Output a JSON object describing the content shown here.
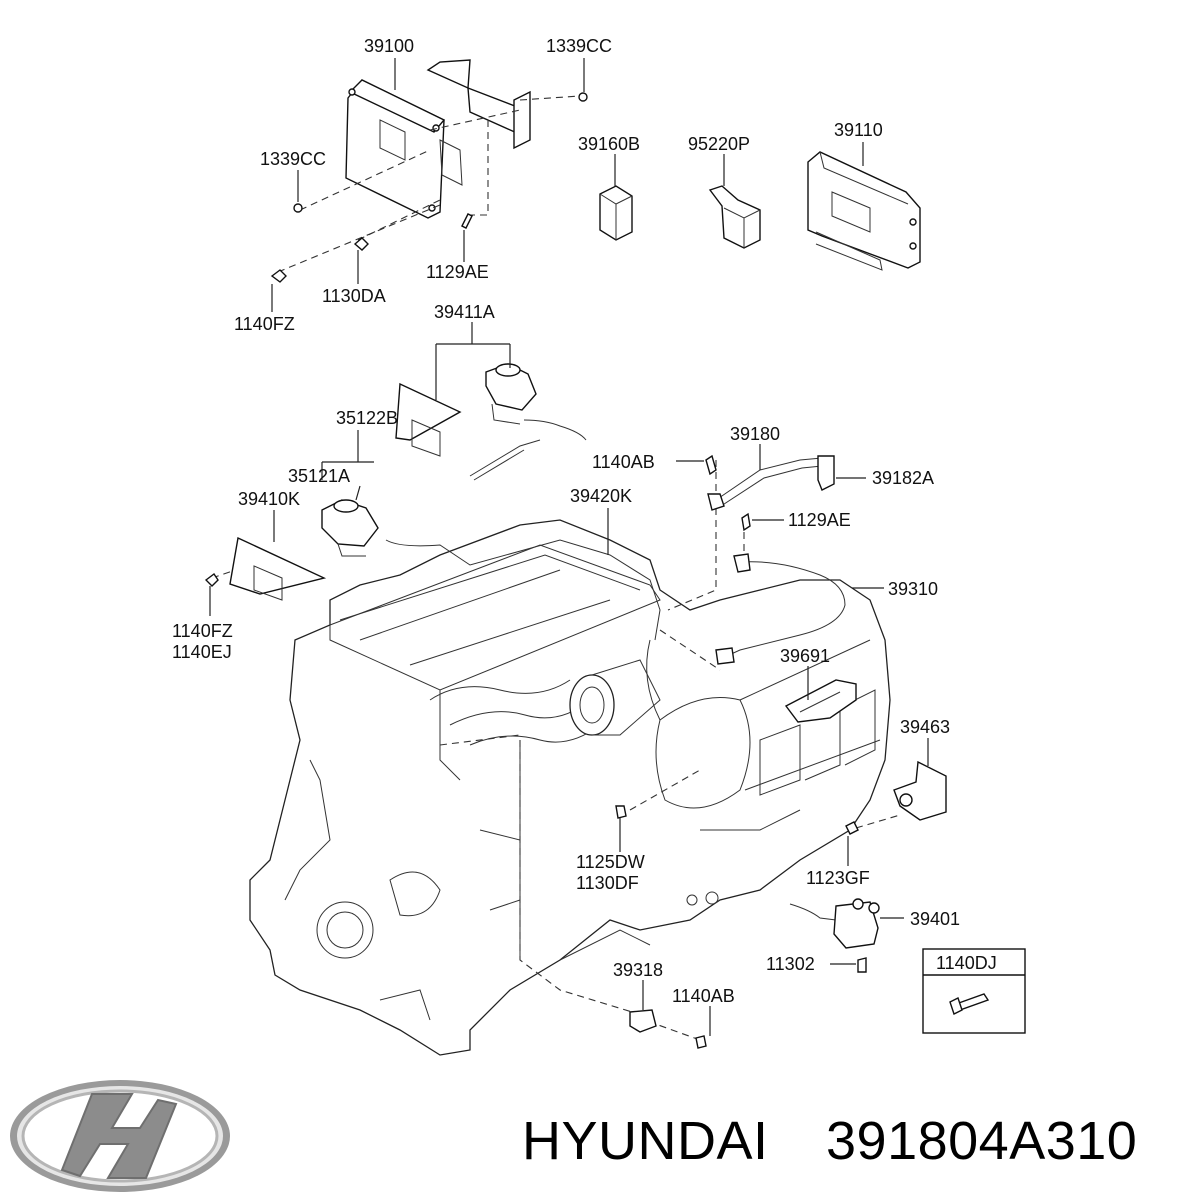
{
  "labels": {
    "p39100": "39100",
    "p1339cc_top": "1339CC",
    "p1339cc_left": "1339CC",
    "p39160b": "39160B",
    "p95220p": "95220P",
    "p39110": "39110",
    "p1129ae_top": "1129AE",
    "p1130da": "1130DA",
    "p1140fz_top": "1140FZ",
    "p39411a": "39411A",
    "p35122b": "35122B",
    "p35121a": "35121A",
    "p39410k": "39410K",
    "p1140fz_bottom": "1140FZ",
    "p1140ej": "1140EJ",
    "p39420k": "39420K",
    "p39180": "39180",
    "p1140ab_top": "1140AB",
    "p39182a": "39182A",
    "p1129ae_mid": "1129AE",
    "p39310": "39310",
    "p39691": "39691",
    "p39463": "39463",
    "p1125dw": "1125DW",
    "p1130df": "1130DF",
    "p1123gf": "1123GF",
    "p39401": "39401",
    "p11302": "11302",
    "p39318": "39318",
    "p1140ab_bottom": "1140AB",
    "p1140dj": "1140DJ"
  },
  "footer": {
    "brand": "HYUNDAI",
    "part_number": "391804A310"
  },
  "colors": {
    "line": "#222222",
    "logo": "#8c8c8c",
    "text": "#000000"
  },
  "icons": {
    "logo": "hyundai-logo-icon"
  }
}
